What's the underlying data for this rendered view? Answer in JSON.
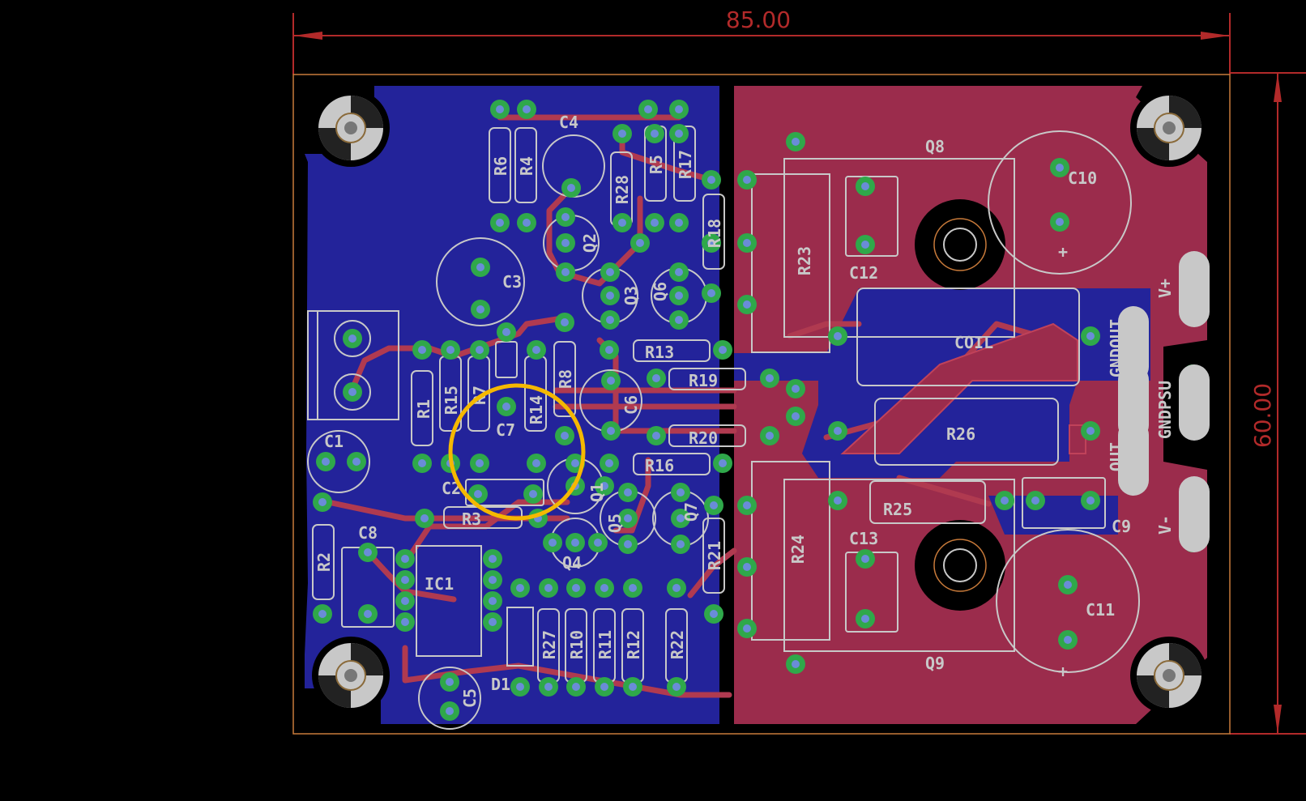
{
  "dimensions": {
    "width": "85.00",
    "height": "60.00"
  },
  "colors": {
    "background": "#000000",
    "bottom_copper": "#23239a",
    "top_copper": "#9b2c4c",
    "trace": "#b03a50",
    "pad": "#2fa84a",
    "drill": "#6a8cd8",
    "silkscreen": "#c8c8c8",
    "dimension": "#b22a2a",
    "highlight": "#f5b800"
  },
  "components": {
    "R6": "R6",
    "R4": "R4",
    "C4": "C4",
    "R28": "R28",
    "R5": "R5",
    "R17": "R17",
    "R18": "R18",
    "Q2": "Q2",
    "Q3": "Q3",
    "Q6": "Q6",
    "C3": "C3",
    "R13": "R13",
    "R19": "R19",
    "R20": "R20",
    "R16": "R16",
    "R8": "R8",
    "C6": "C6",
    "R1": "R1",
    "R15": "R15",
    "R7": "R7",
    "R14": "R14",
    "C7": "C7",
    "C1": "C1",
    "C2": "C2",
    "R3": "R3",
    "Q1": "Q1",
    "Q5": "Q5",
    "Q7": "Q7",
    "Q4": "Q4",
    "R2": "R2",
    "C8": "C8",
    "IC1": "IC1",
    "D1": "D1",
    "C5": "C5",
    "R27": "R27",
    "R10": "R10",
    "R11": "R11",
    "R12": "R12",
    "R22": "R22",
    "R21": "R21",
    "Q8": "Q8",
    "Q9": "Q9",
    "R23": "R23",
    "R24": "R24",
    "C12": "C12",
    "C13": "C13",
    "COIL": "COIL",
    "R26": "R26",
    "R25": "R25",
    "C9": "C9",
    "C10": "C10",
    "C11": "C11",
    "V_PLUS": "V+",
    "GNDOUT": "GNDOUT",
    "GNDPSU": "GNDPSU",
    "OUT": "OUT",
    "V_MINUS": "V-",
    "plus": "+"
  }
}
